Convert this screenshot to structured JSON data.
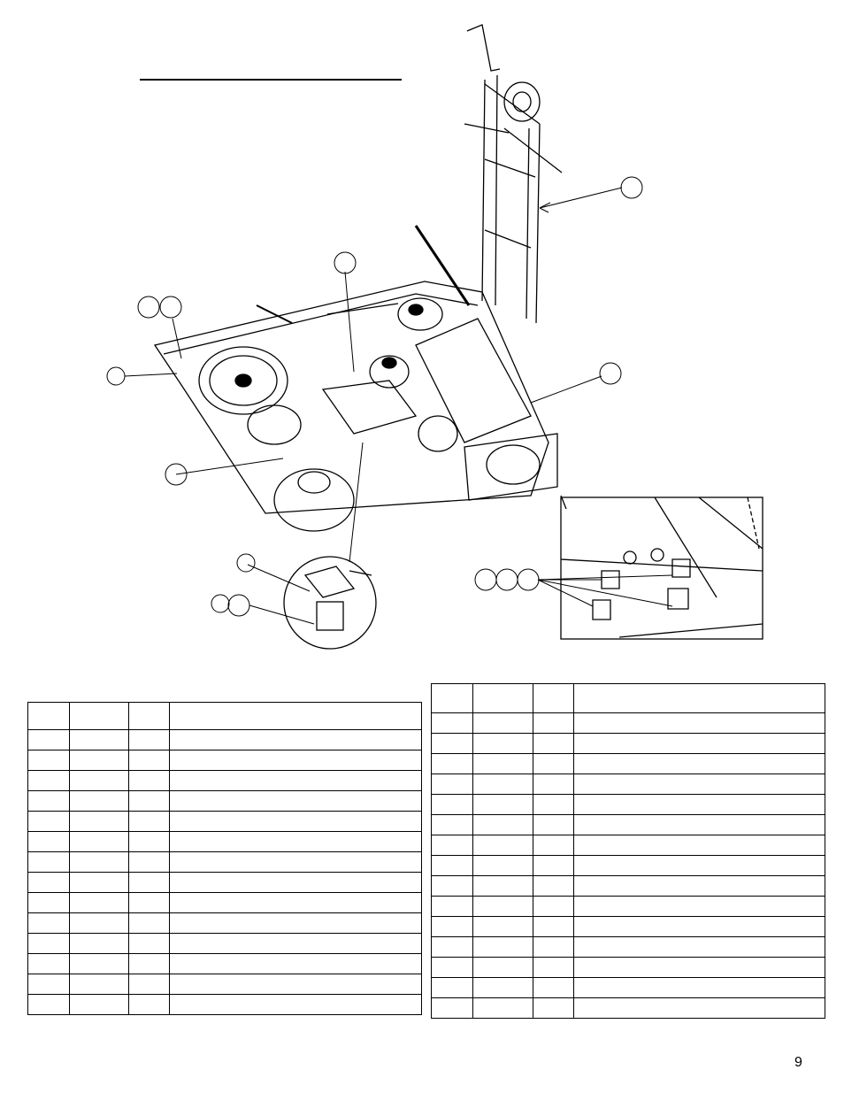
{
  "page": {
    "number": "9"
  },
  "icons": [
    "mower-deck-exploded-diagram",
    "callout-circle",
    "detail-inset",
    "nut-icon"
  ],
  "tables": {
    "left": {
      "rows": 15,
      "cols": 4
    },
    "right": {
      "rows": 16,
      "cols": 4
    }
  }
}
